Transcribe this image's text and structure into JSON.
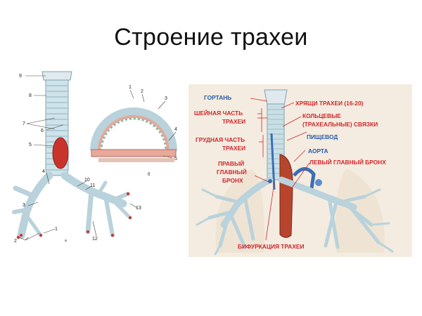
{
  "title": "Строение трахеи",
  "left_panel": {
    "numbers": [
      "9",
      "8",
      "7",
      "6",
      "5",
      "4",
      "3",
      "2",
      "1",
      "10",
      "11",
      "12",
      "13",
      "1",
      "2",
      "3",
      "4",
      "5"
    ],
    "caption_a": "а",
    "caption_b": "б"
  },
  "right_panel": {
    "labels": {
      "larynx": "ГОРТАНЬ",
      "cartilage": "ХРЯЩИ ТРАХЕИ (16-20)",
      "cervical_1": "ШЕЙНАЯ ЧАСТЬ",
      "cervical_2": "ТРАХЕИ",
      "annular_1": "КОЛЬЦЕВЫЕ",
      "annular_2": "(ТРАХЕАЛЬНЫЕ) СВЯЗКИ",
      "thoracic_1": "ГРУДНАЯ ЧАСТЬ",
      "thoracic_2": "ТРАХЕИ",
      "esophagus": "ПИЩЕВОД",
      "aorta": "АОРТА",
      "right_bronchus_1": "ПРАВЫЙ",
      "right_bronchus_2": "ГЛАВНЫЙ",
      "right_bronchus_3": "БРОНХ",
      "left_bronchus": "ЛЕВЫЙ ГЛАВНЫЙ БРОНХ",
      "bifurcation": "БИФУРКАЦИЯ ТРАХЕИ"
    }
  },
  "colors": {
    "label_red": "#d0262c",
    "label_blue": "#2a5aa8",
    "panel_bg": "#f4ece0",
    "trachea": "#c9dfe6",
    "muscle": "#c8342c"
  }
}
